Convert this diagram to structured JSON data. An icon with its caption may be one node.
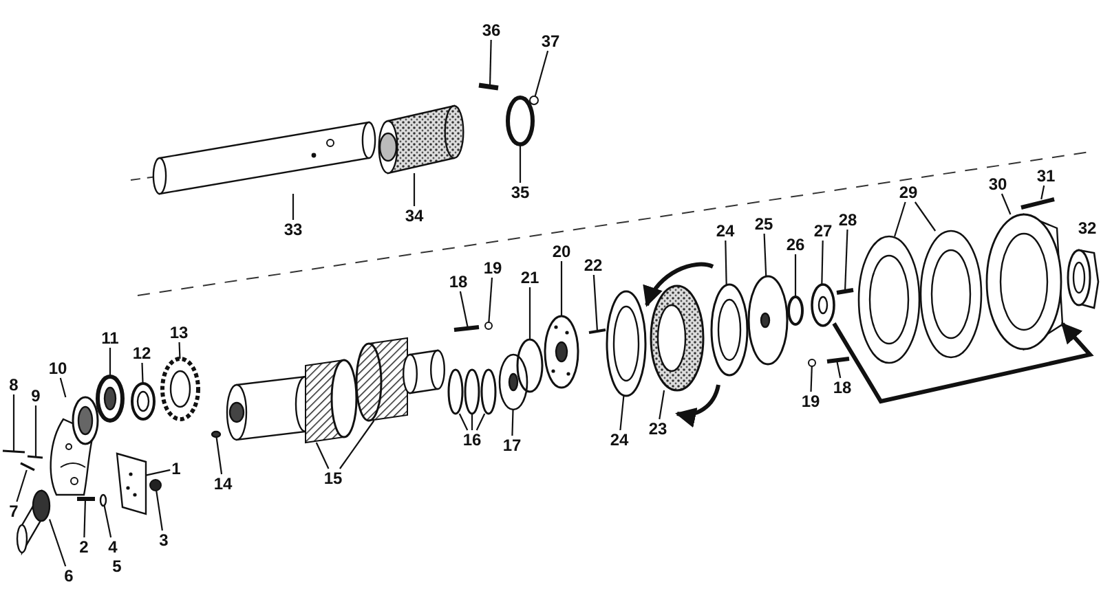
{
  "diagram": {
    "nodes": [
      {
        "text": [
          "1"
        ]
      },
      {
        "text": [
          "2"
        ]
      },
      {
        "text": [
          "3"
        ]
      },
      {
        "text": [
          "4"
        ]
      },
      {
        "text": [
          "6"
        ]
      },
      {
        "text": [
          "7"
        ]
      },
      {
        "text": [
          "8"
        ]
      },
      {
        "text": [
          "9"
        ]
      },
      {
        "text": [
          "10"
        ]
      },
      {
        "text": [
          "11"
        ]
      },
      {
        "text": [
          "12"
        ]
      },
      {
        "text": [
          "13"
        ]
      },
      {
        "text": [
          "14"
        ]
      },
      {
        "text": [
          "15"
        ]
      },
      {
        "text": [
          "16"
        ]
      },
      {
        "text": [
          "17"
        ]
      },
      {
        "text": [
          "18"
        ]
      },
      {
        "text": [
          "19"
        ]
      },
      {
        "text": [
          "20"
        ]
      },
      {
        "text": [
          "21"
        ]
      },
      {
        "text": [
          "22"
        ]
      },
      {
        "text": [
          "23"
        ]
      },
      {
        "text": [
          "24"
        ]
      },
      {
        "text": [
          "24"
        ]
      },
      {
        "text": [
          "25"
        ]
      },
      {
        "text": [
          "26"
        ]
      },
      {
        "text": [
          "27"
        ]
      },
      {
        "text": [
          "28"
        ]
      },
      {
        "text": [
          "29"
        ]
      },
      {
        "text": [
          "30"
        ]
      },
      {
        "text": [
          "31"
        ]
      },
      {
        "text": [
          "33"
        ]
      },
      {
        "text": [
          "34"
        ]
      },
      {
        "text": [
          "35"
        ]
      },
      {
        "text": [
          "36"
        ]
      },
      {
        "text": [
          "37"
        ]
      },
      {
        "text": [
          "19"
        ]
      },
      {
        "text": [
          "18"
        ]
      },
      {
        "text": [],
        "shape": "picture"
      },
      {
        "text": [],
        "shape": "picture"
      },
      {
        "text": [],
        "shape": "circle"
      },
      {
        "text": [],
        "shape": "bar"
      },
      {
        "text": [],
        "shape": "circle"
      },
      {
        "text": [],
        "shape": "bar"
      },
      {
        "text": [],
        "shape": "bar"
      },
      {
        "text": [],
        "shape": "bar"
      },
      {
        "text": [],
        "shape": "picture"
      },
      {
        "text": [],
        "shape": "cylinder"
      },
      {
        "text": [],
        "shape": "picture"
      },
      {
        "text": [],
        "shape": "picture"
      },
      {
        "text": [],
        "shape": "picture"
      },
      {
        "text": [],
        "shape": "picture"
      },
      {
        "text": [],
        "shape": "bar"
      },
      {
        "text": [],
        "shape": "circle"
      },
      {
        "text": [],
        "shape": "circle"
      },
      {
        "text": [],
        "shape": "circle"
      },
      {
        "text": [],
        "shape": "picture"
      },
      {
        "text": [],
        "shape": "picture"
      },
      {
        "text": [],
        "shape": "circle"
      },
      {
        "text": [],
        "shape": "circle"
      },
      {
        "text": [],
        "shape": "circle"
      },
      {
        "text": [],
        "shape": "picture"
      },
      {
        "text": [],
        "shape": "bar"
      },
      {
        "text": [],
        "shape": "circle"
      },
      {
        "text": [],
        "shape": "circle"
      },
      {
        "text": [],
        "shape": "picture"
      },
      {
        "text": [],
        "shape": "bar"
      },
      {
        "text": [],
        "shape": "picture"
      },
      {
        "text": [],
        "shape": "picture"
      },
      {
        "text": [],
        "shape": "picture"
      },
      {
        "text": [],
        "shape": "picture"
      },
      {
        "text": [],
        "shape": "circle"
      },
      {
        "text": [],
        "shape": "picture"
      },
      {
        "text": [],
        "shape": "bar"
      },
      {
        "text": [],
        "shape": "circle"
      },
      {
        "text": [],
        "shape": "bar"
      },
      {
        "text": [],
        "shape": "picture"
      },
      {
        "text": [],
        "shape": "picture"
      },
      {
        "text": [],
        "shape": "picture"
      },
      {
        "text": [],
        "shape": "bar"
      }
    ],
    "edges": [
      {
        "from": 0,
        "to": 51,
        "arrow": "none"
      },
      {
        "from": 1,
        "to": 52,
        "arrow": "none"
      },
      {
        "from": 2,
        "to": 54,
        "arrow": "none"
      },
      {
        "from": 3,
        "to": 53,
        "arrow": "none"
      },
      {
        "from": 4,
        "to": 47,
        "arrow": "none"
      },
      {
        "from": 5,
        "to": 45,
        "arrow": "none"
      },
      {
        "from": 6,
        "to": 43,
        "arrow": "none"
      },
      {
        "from": 7,
        "to": 44,
        "arrow": "none"
      },
      {
        "from": 8,
        "to": 46,
        "arrow": "none"
      },
      {
        "from": 9,
        "to": 48,
        "arrow": "none"
      },
      {
        "from": 10,
        "to": 49,
        "arrow": "none"
      },
      {
        "from": 11,
        "to": 50,
        "arrow": "none"
      },
      {
        "from": 12,
        "to": 55,
        "arrow": "none"
      },
      {
        "from": 13,
        "to": 56,
        "arrow": "none"
      },
      {
        "from": 14,
        "to": 58,
        "arrow": "none"
      },
      {
        "from": 15,
        "to": 61,
        "arrow": "none"
      },
      {
        "from": 16,
        "to": 62,
        "arrow": "none"
      },
      {
        "from": 17,
        "to": 63,
        "arrow": "none"
      },
      {
        "from": 18,
        "to": 65,
        "arrow": "none"
      },
      {
        "from": 19,
        "to": 64,
        "arrow": "none"
      },
      {
        "from": 20,
        "to": 66,
        "arrow": "none"
      },
      {
        "from": 21,
        "to": 68,
        "arrow": "none"
      },
      {
        "from": 22,
        "to": 67,
        "arrow": "none"
      },
      {
        "from": 23,
        "to": 69,
        "arrow": "none"
      },
      {
        "from": 24,
        "to": 70,
        "arrow": "none"
      },
      {
        "from": 25,
        "to": 71,
        "arrow": "none"
      },
      {
        "from": 26,
        "to": 72,
        "arrow": "none"
      },
      {
        "from": 27,
        "to": 73,
        "arrow": "none"
      },
      {
        "from": 28,
        "to": 76,
        "arrow": "none"
      },
      {
        "from": 29,
        "to": 78,
        "arrow": "none"
      },
      {
        "from": 30,
        "to": 79,
        "arrow": "none"
      },
      {
        "from": 31,
        "to": 38,
        "arrow": "none"
      },
      {
        "from": 32,
        "to": 39,
        "arrow": "none"
      },
      {
        "from": 33,
        "to": 40,
        "arrow": "none"
      },
      {
        "from": 34,
        "to": 41,
        "arrow": "none"
      },
      {
        "from": 35,
        "to": 42,
        "arrow": "none"
      },
      {
        "from": 36,
        "to": 74,
        "arrow": "none"
      },
      {
        "from": 37,
        "to": 75,
        "arrow": "none"
      },
      {
        "from": 13,
        "to": 57,
        "arrow": "none"
      },
      {
        "from": 14,
        "to": 59,
        "arrow": "none"
      },
      {
        "from": 14,
        "to": 60,
        "arrow": "none"
      },
      {
        "from": 28,
        "to": 77,
        "arrow": "none"
      },
      {
        "from": 72,
        "to": 78,
        "arrow": "to",
        "style": "thick"
      }
    ],
    "labels": [
      "5",
      "32"
    ]
  }
}
